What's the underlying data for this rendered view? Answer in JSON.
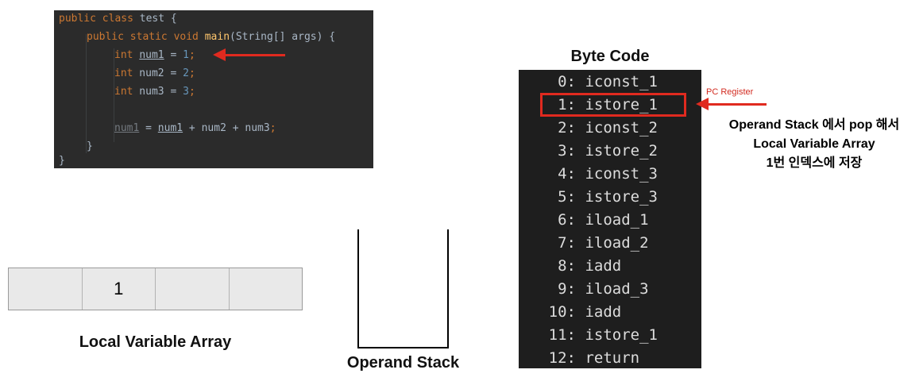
{
  "code": {
    "lines": [
      [
        "public class test {"
      ],
      [
        "public static void main(String[] args) {"
      ],
      [
        "int num1 = 1;"
      ],
      [
        "int num2 = 2;"
      ],
      [
        "int num3 = 3;"
      ],
      [
        "num1 = num1 + num2 + num3;"
      ],
      [
        "}"
      ],
      [
        "}"
      ]
    ],
    "tokens": {
      "l0_kw": "public class",
      "l0_rest": " test {",
      "l1_kw": "public static void",
      "l1_fn": "main",
      "l1_rest": "(String[] args) {",
      "l2_kw": "int",
      "l2_var": "num1",
      "l2_eq": " = ",
      "l2_num": "1",
      "l2_end": ";",
      "l3_kw": "int",
      "l3_var": " num2 = ",
      "l3_num": "2",
      "l3_end": ";",
      "l4_kw": "int",
      "l4_var": " num3 = ",
      "l4_num": "3",
      "l4_end": ";",
      "l5_a": "num1",
      "l5_b": " = ",
      "l5_c": "num1",
      "l5_d": " + num2 + num3",
      "l5_end": ";",
      "l6": "}",
      "l7": "}"
    }
  },
  "local_variable_array": {
    "cells": [
      "",
      "1",
      "",
      ""
    ],
    "label": "Local Variable Array"
  },
  "operand_stack": {
    "label": "Operand Stack",
    "items": []
  },
  "byte_code": {
    "title": "Byte Code",
    "lines": [
      {
        "idx": "0:",
        "op": "iconst_1"
      },
      {
        "idx": "1:",
        "op": "istore_1"
      },
      {
        "idx": "2:",
        "op": "iconst_2"
      },
      {
        "idx": "3:",
        "op": "istore_2"
      },
      {
        "idx": "4:",
        "op": "iconst_3"
      },
      {
        "idx": "5:",
        "op": "istore_3"
      },
      {
        "idx": "6:",
        "op": "iload_1"
      },
      {
        "idx": "7:",
        "op": "iload_2"
      },
      {
        "idx": "8:",
        "op": "iadd"
      },
      {
        "idx": "9:",
        "op": "iload_3"
      },
      {
        "idx": "10:",
        "op": "iadd"
      },
      {
        "idx": "11:",
        "op": "istore_1"
      },
      {
        "idx": "12:",
        "op": "return"
      }
    ],
    "highlighted_index": 1
  },
  "pc_register_label": "PC Register",
  "note": {
    "line1": "Operand Stack 에서 pop 해서",
    "line2": "Local Variable Array",
    "line3": "1번 인덱스에 저장"
  },
  "colors": {
    "accent": "#e02a1f",
    "code_bg": "#2b2b2b",
    "bytecode_bg": "#1e1e1e"
  }
}
